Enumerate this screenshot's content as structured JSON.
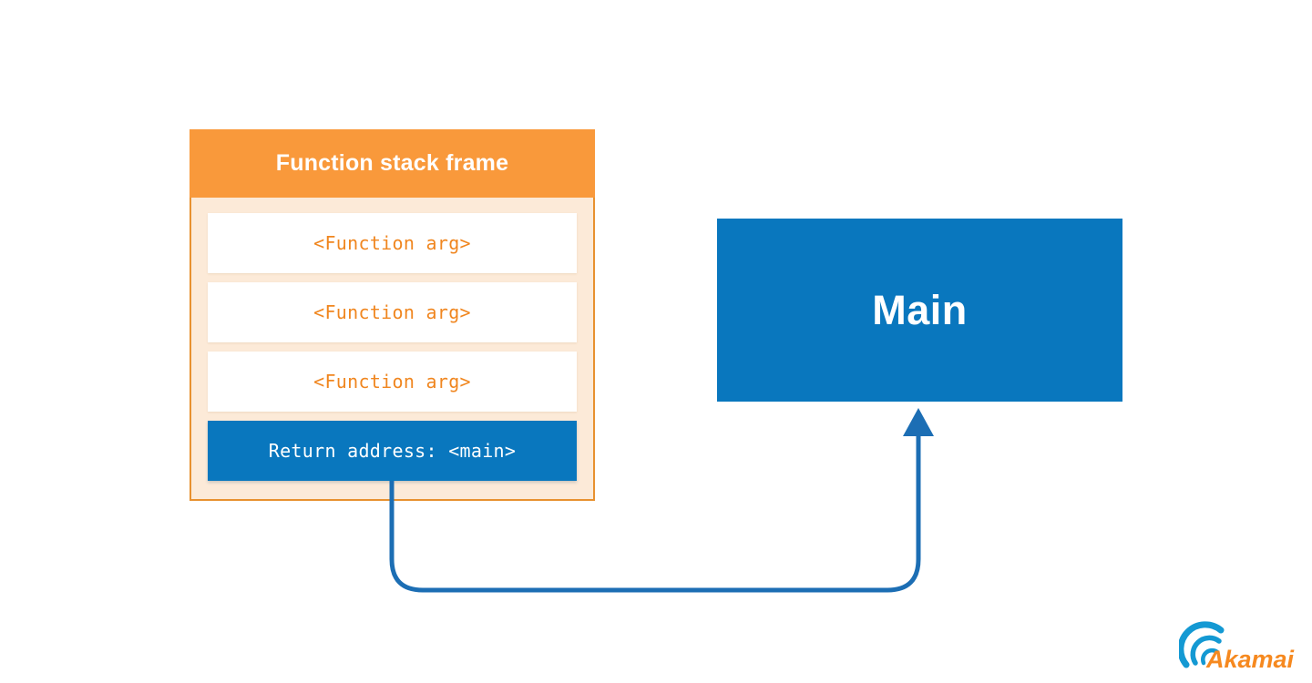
{
  "diagram": {
    "stack_frame": {
      "title": "Function stack frame",
      "rows": [
        {
          "label": "<Function arg>",
          "type": "arg"
        },
        {
          "label": "<Function arg>",
          "type": "arg"
        },
        {
          "label": "<Function arg>",
          "type": "arg"
        },
        {
          "label": "Return address: <main>",
          "type": "return"
        }
      ]
    },
    "main_box": {
      "label": "Main"
    },
    "arrow": {
      "from": "return-address-row",
      "to": "main-box"
    },
    "colors": {
      "header_orange": "#F9993B",
      "body_peach": "#FCEAD8",
      "border_orange": "#E8912F",
      "arg_text_orange": "#F0861F",
      "box_blue": "#0977BE",
      "arrow_blue": "#1C6EB4",
      "text_white": "#FFFFFF"
    },
    "logo": {
      "text": "Akamai",
      "wave_blue": "#1499D3",
      "text_orange": "#F6891F"
    }
  }
}
